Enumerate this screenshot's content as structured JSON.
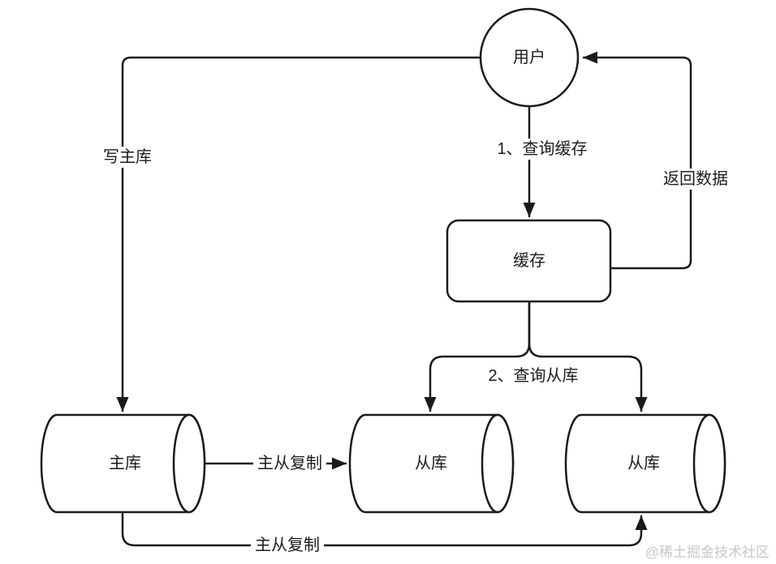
{
  "diagram": {
    "nodes": {
      "user": {
        "label": "用户"
      },
      "cache": {
        "label": "缓存"
      },
      "master": {
        "label": "主库"
      },
      "slave1": {
        "label": "从库"
      },
      "slave2": {
        "label": "从库"
      }
    },
    "edges": {
      "write_master": {
        "label": "写主库"
      },
      "query_cache": {
        "label": "1、查询缓存"
      },
      "return_data": {
        "label": "返回数据"
      },
      "query_slave": {
        "label": "2、查询从库"
      },
      "replication_mid": {
        "label": "主从复制"
      },
      "replication_bottom": {
        "label": "主从复制"
      }
    },
    "colors": {
      "stroke": "#1a1a1a",
      "background": "#ffffff",
      "watermark": "#c7c7c7"
    }
  },
  "watermark": {
    "text": "@稀土掘金技术社区"
  }
}
